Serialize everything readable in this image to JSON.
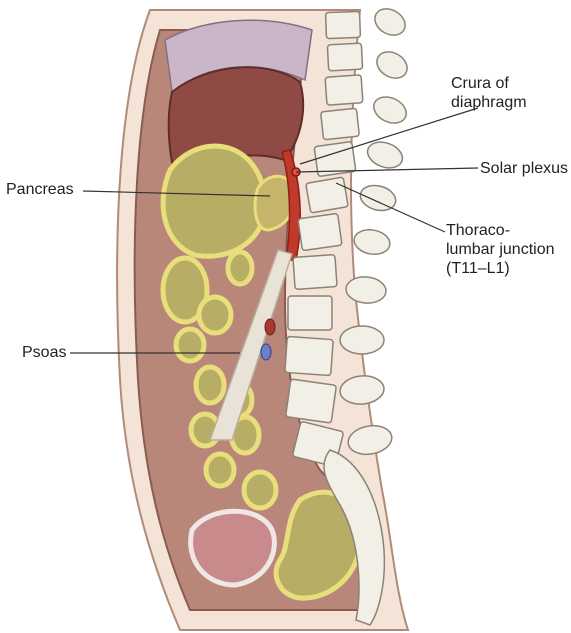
{
  "labels": {
    "crura": [
      "Crura of",
      "diaphragm"
    ],
    "solar_plexus": "Solar plexus",
    "pancreas": "Pancreas",
    "junction": [
      "Thoraco-",
      "lumbar junction",
      "(T11–L1)"
    ],
    "psoas": "Psoas"
  },
  "colors": {
    "skin": "#f4e4d8",
    "muscle": "#b9877a",
    "liver": "#8f4a45",
    "viscera": "#d9d6a2",
    "bowel_outline": "#e8df7c",
    "bone": "#f2efe6",
    "vessel": "#c0392b",
    "psoas": "#e9e2d6",
    "leader_line": "#333333"
  }
}
